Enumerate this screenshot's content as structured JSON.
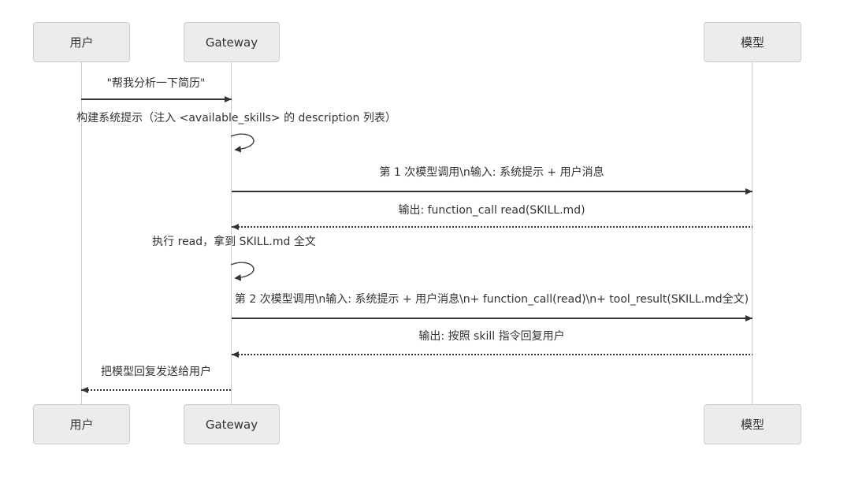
{
  "diagram": {
    "type": "sequence-diagram",
    "actors": [
      {
        "id": "user",
        "label": "用户"
      },
      {
        "id": "gateway",
        "label": "Gateway"
      },
      {
        "id": "model",
        "label": "模型"
      }
    ],
    "messages": [
      {
        "from": "user",
        "to": "gateway",
        "line": "solid",
        "text": "\"帮我分析一下简历\""
      },
      {
        "from": "gateway",
        "to": "gateway",
        "line": "self",
        "text": "构建系统提示（注入 <available_skills> 的 description 列表）"
      },
      {
        "from": "gateway",
        "to": "model",
        "line": "solid",
        "text": "第 1 次模型调用\\n输入: 系统提示 + 用户消息"
      },
      {
        "from": "model",
        "to": "gateway",
        "line": "dotted",
        "text": "输出: function_call read(SKILL.md)"
      },
      {
        "from": "gateway",
        "to": "gateway",
        "line": "self",
        "text": "执行 read，拿到 SKILL.md 全文"
      },
      {
        "from": "gateway",
        "to": "model",
        "line": "solid",
        "text": "第 2 次模型调用\\n输入: 系统提示 + 用户消息\\n+ function_call(read)\\n+ tool_result(SKILL.md全文)"
      },
      {
        "from": "model",
        "to": "gateway",
        "line": "dotted",
        "text": "输出: 按照 skill 指令回复用户"
      },
      {
        "from": "gateway",
        "to": "user",
        "line": "dotted",
        "text": "把模型回复发送给用户"
      }
    ],
    "colors": {
      "background": "#ffffff",
      "actor_fill": "#ececec",
      "actor_border": "#cccccc",
      "lifeline": "#cccccc",
      "message_line": "#333333",
      "text": "#333333"
    }
  }
}
